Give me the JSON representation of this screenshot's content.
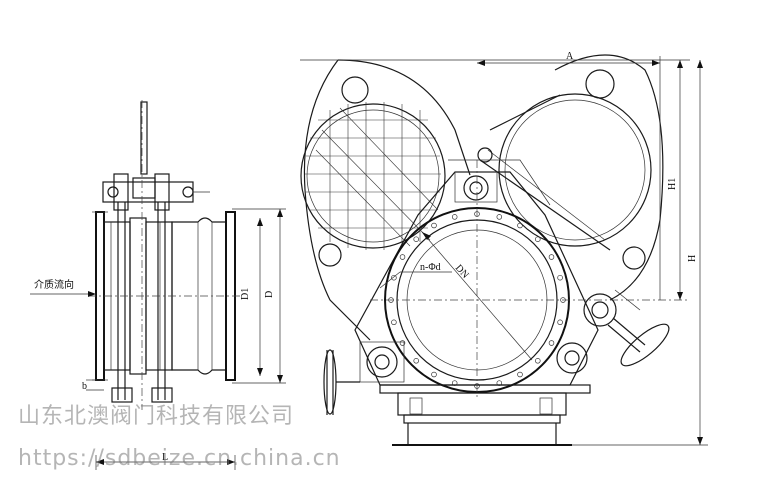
{
  "labels": {
    "flow": "介质流向",
    "d1": "D1",
    "d": "D",
    "b": "b",
    "l": "L",
    "a": "A",
    "h1": "H1",
    "h": "H",
    "dn": "DN",
    "holes": "n-Φd"
  },
  "watermark": {
    "company": "山东北澳阀门科技有限公司",
    "url": "https://sdbeize.cn.china.cn"
  }
}
